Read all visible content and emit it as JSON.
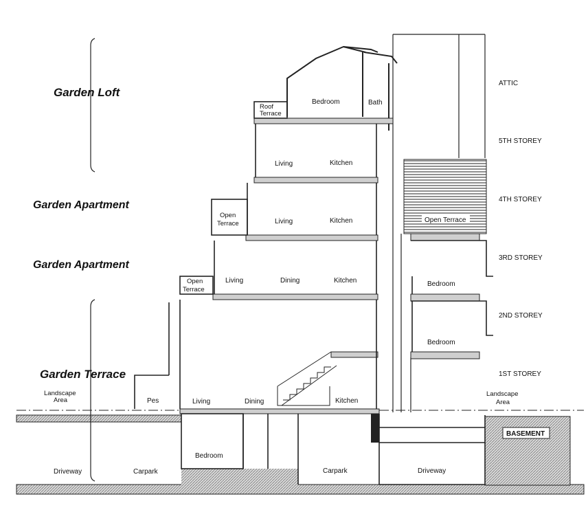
{
  "units": {
    "garden_loft": "Garden Loft",
    "garden_apartment_upper": "Garden  Apartment",
    "garden_apartment_lower": "Garden  Apartment",
    "garden_terrace": "Garden  Terrace"
  },
  "storeys": {
    "attic": "ATTIC",
    "fifth": "5TH STOREY",
    "fourth": "4TH STOREY",
    "third": "3RD STOREY",
    "second": "2ND STOREY",
    "first": "1ST STOREY",
    "basement": "BASEMENT"
  },
  "rooms": {
    "roof_terrace_1": "Roof",
    "roof_terrace_2": "Terrace",
    "loft_bedroom": "Bedroom",
    "loft_bath": "Bath",
    "l5_living": "Living",
    "l5_kitchen": "Kitchen",
    "open_terrace_4_1": "Open",
    "open_terrace_4_2": "Terrace",
    "l4_living": "Living",
    "l4_kitchen": "Kitchen",
    "rear_open_terrace": "Open Terrace",
    "open_terrace_3_1": "Open",
    "open_terrace_3_2": "Terrace",
    "l3_living": "Living",
    "l3_dining": "Dining",
    "l3_kitchen": "Kitchen",
    "rear_bedroom_3": "Bedroom",
    "rear_bedroom_2": "Bedroom",
    "ground_pes": "Pes",
    "ground_living": "Living",
    "ground_dining": "Dining",
    "ground_kitchen": "Kitchen",
    "landscape_left_1": "Landscape",
    "landscape_left_2": "Area",
    "landscape_right_1": "Landscape",
    "landscape_right_2": "Area",
    "basement_bedroom": "Bedroom",
    "driveway_left": "Driveway",
    "carpark_left": "Carpark",
    "carpark_right": "Carpark",
    "driveway_right": "Driveway"
  }
}
